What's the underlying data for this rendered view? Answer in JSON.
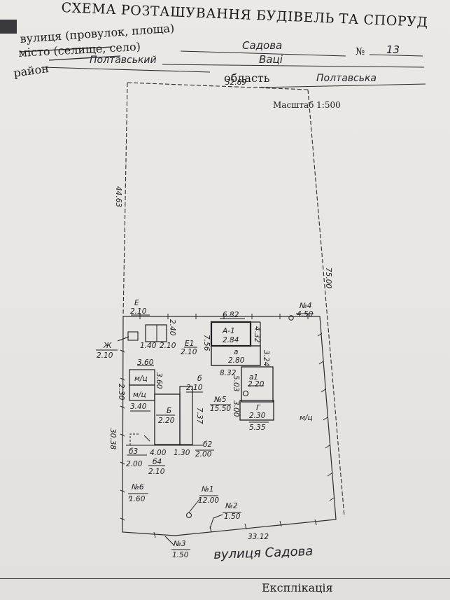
{
  "header": {
    "title": "СХЕМА РОЗТАШУВАННЯ БУДІВЕЛЬ ТА СПОРУД",
    "street_label": "вулиця (провулок, площа)",
    "street_value": "Садова",
    "number_label": "№",
    "number_value": "13",
    "town_label": "місто (селище, село)",
    "town_value": "Ваці",
    "district_label": "район",
    "district_value": "Полтавський",
    "region_label": "область",
    "region_value": "Полтавська"
  },
  "scale": "Масштаб 1:500",
  "street_name": "вулиця Садова",
  "footer": "Експлікація",
  "plot": {
    "top": "32.89",
    "left_upper": "44.63",
    "right_upper": "75.00",
    "left_lower": "30.38",
    "bottom": "33.12"
  },
  "buildings": {
    "a1_label": "А-1",
    "a1_value": "2.84",
    "a_label": "а",
    "a_value": "2.80",
    "a1b_label": "а1",
    "a1b_value": "2.20",
    "g_label": "Г",
    "g_value": "2.30",
    "b_label": "Б",
    "b_value": "2.20",
    "b_small_label": "б",
    "b_small_value": "2.10",
    "b2_label": "б2",
    "b2_value": "2.00",
    "b3_label": "б3",
    "b3_value": "2.00",
    "b4_label": "б4",
    "b4_value": "2.10",
    "e_label": "Е",
    "e_value": "2.10",
    "e1_label": "Е1",
    "e1_value": "2.10",
    "zh_label": "Ж",
    "zh_value": "2.10",
    "mc1": "м/ц",
    "mc2": "м/ц",
    "mc3": "м/ц",
    "n1_label": "№1",
    "n1_value": "12.00",
    "n2_label": "№2",
    "n2_value": "1.50",
    "n3_label": "№3",
    "n3_value": "1.50",
    "n4_label": "№4",
    "n4_value": "4.50",
    "n5_label": "№5",
    "n5_value": "15.50",
    "n6_label": "№6",
    "n6_value": "1.60"
  },
  "dims": {
    "d682": "6.82",
    "d432": "4.32",
    "d240": "2.40",
    "d140": "1.40",
    "d210a": "2.10",
    "d756": "7.56",
    "d324": "3.24",
    "d832": "8.32",
    "d503": "5.03",
    "d300": "3.00",
    "d535": "5.35",
    "d360a": "3.60",
    "d360b": "3.60",
    "d340": "3.40",
    "d230": "2.30",
    "d737": "7.37",
    "d400": "4.00",
    "d130": "1.30"
  }
}
